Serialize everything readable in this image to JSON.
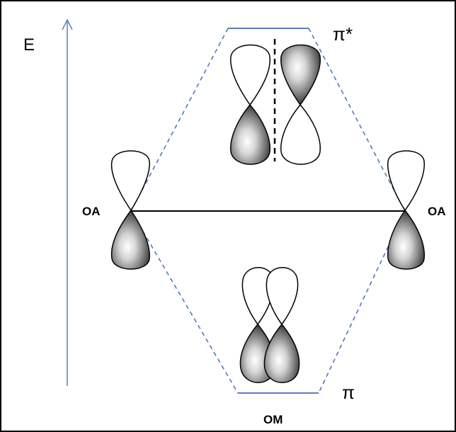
{
  "diagram": {
    "axis_label": "E",
    "antibonding_label": "π*",
    "bonding_label": "π",
    "left_orbital_label": "OA",
    "right_orbital_label": "OA",
    "molecular_orbital_label": "OM"
  },
  "colors": {
    "axis_arrow": "#5b7fbf",
    "energy_level": "#5b7fbf",
    "correlation_dashes": "#4a6fb5",
    "lobe_dark": "#555555",
    "lobe_light": "#ffffff",
    "outline": "#000000"
  },
  "icons": {
    "atomic_orbital": "p-orbital-icon",
    "pi_bonding": "bonding-orbital-icon",
    "pi_antibonding": "antibonding-orbital-icon"
  }
}
